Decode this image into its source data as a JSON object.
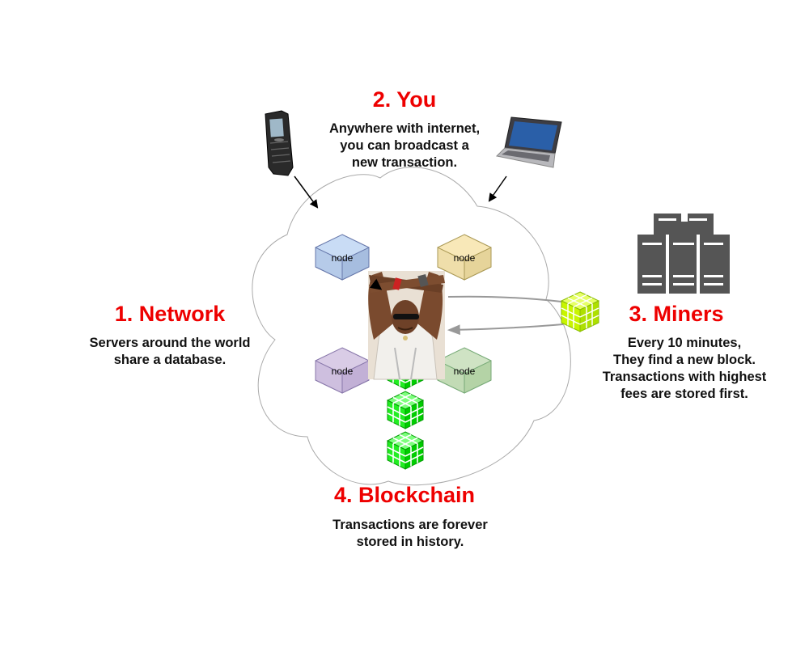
{
  "sections": {
    "you": {
      "title": "2. You",
      "lines": [
        "Anywhere with internet,",
        "you can broadcast a",
        "new transaction."
      ]
    },
    "network": {
      "title": "1.  Network",
      "lines": [
        "Servers around the world",
        "share a database."
      ]
    },
    "miners": {
      "title": "3.  Miners",
      "lines": [
        "Every 10 minutes,",
        "They find a new block.",
        "Transactions with highest",
        "fees are stored first."
      ]
    },
    "blockchain": {
      "title": "4. Blockchain",
      "lines": [
        "Transactions are forever",
        "stored in history."
      ]
    }
  },
  "nodes": [
    {
      "label": "node",
      "color": "#c9dcf5"
    },
    {
      "label": "node",
      "color": "#f8e8b8"
    },
    {
      "label": "node",
      "color": "#d9cce6"
    },
    {
      "label": "node",
      "color": "#cfe3c4"
    }
  ],
  "colors": {
    "title": "#ee0000",
    "block": "#00ee00",
    "mined_block": "#b8f000",
    "server": "#555555"
  },
  "icons": [
    "mobile-phone-icon",
    "laptop-icon",
    "server-rack-icon",
    "block-cube-icon",
    "person-figure-icon"
  ]
}
